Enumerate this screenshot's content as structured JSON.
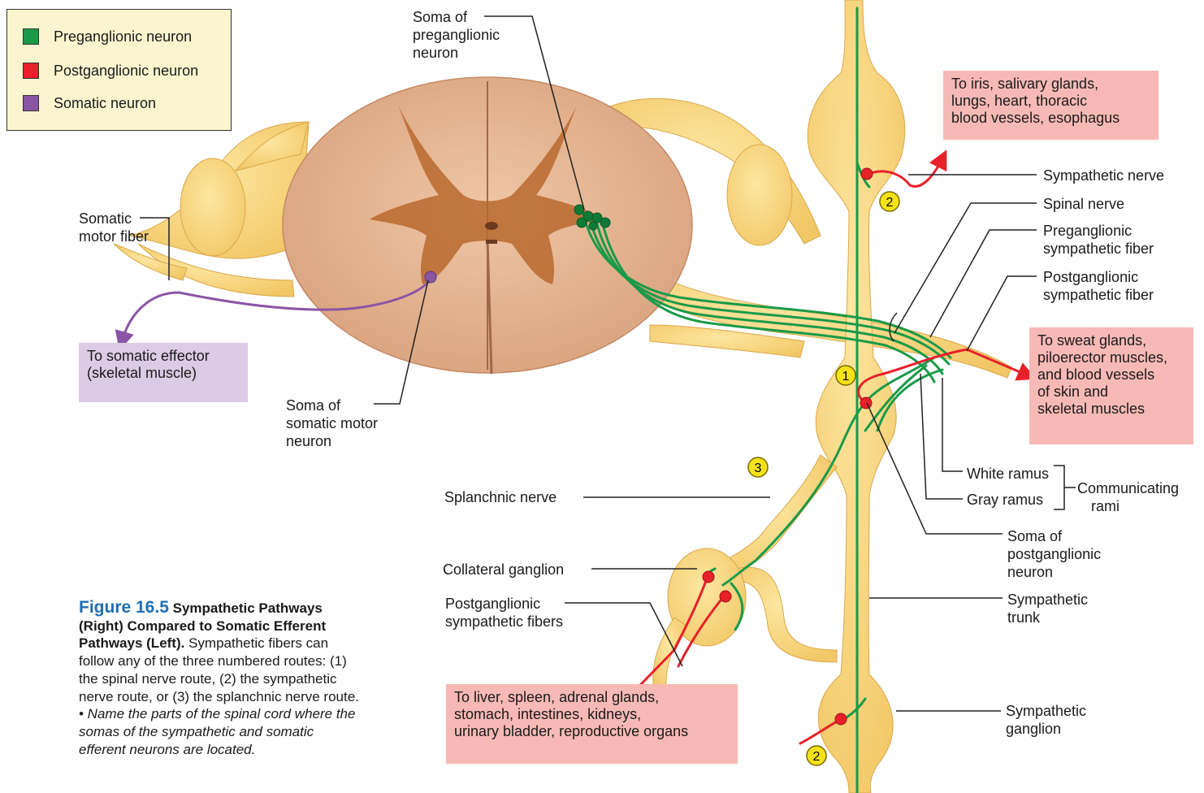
{
  "legend": {
    "items": [
      {
        "label": "Preganglionic neuron",
        "color": "#1a9a48"
      },
      {
        "label": "Postganglionic neuron",
        "color": "#e8202a"
      },
      {
        "label": "Somatic neuron",
        "color": "#8a55a4"
      }
    ]
  },
  "labels": {
    "soma_pre": [
      "Soma of",
      "preganglionic",
      "neuron"
    ],
    "somatic_motor_fiber": [
      "Somatic",
      "motor fiber"
    ],
    "soma_somatic": [
      "Soma of",
      "somatic motor",
      "neuron"
    ],
    "sympathetic_nerve": "Sympathetic nerve",
    "spinal_nerve": "Spinal nerve",
    "pre_symp_fiber": [
      "Preganglionic",
      "sympathetic fiber"
    ],
    "post_symp_fiber": [
      "Postganglionic",
      "sympathetic fiber"
    ],
    "white_ramus": "White ramus",
    "gray_ramus": "Gray ramus",
    "communicating_rami": [
      "Communicating",
      "rami"
    ],
    "soma_post": [
      "Soma of",
      "postganglionic",
      "neuron"
    ],
    "sympathetic_trunk": [
      "Sympathetic",
      "trunk"
    ],
    "sympathetic_ganglion": [
      "Sympathetic",
      "ganglion"
    ],
    "splanchnic_nerve": "Splanchnic nerve",
    "collateral_ganglion": "Collateral ganglion",
    "post_symp_fibers": [
      "Postganglionic",
      "sympathetic fibers"
    ]
  },
  "boxes": {
    "iris": [
      "To iris, salivary glands,",
      "lungs, heart, thoracic",
      "blood vessels, esophagus"
    ],
    "sweat": [
      "To sweat glands,",
      "piloerector muscles,",
      "and blood vessels",
      "of skin and",
      "skeletal muscles"
    ],
    "liver": [
      "To liver, spleen, adrenal glands,",
      "stomach, intestines, kidneys,",
      "urinary bladder, reproductive organs"
    ],
    "somatic_effector": [
      "To somatic effector",
      "(skeletal muscle)"
    ]
  },
  "route_markers": [
    "1",
    "2",
    "2",
    "3"
  ],
  "caption": {
    "title": "Figure 16.5",
    "heading": "Sympathetic Pathways (Right) Compared to Somatic Efferent Pathways (Left).",
    "body": "Sympathetic fibers can follow any of the three numbered routes: (1) the spinal nerve route, (2) the sympathetic nerve route, or (3) the splanchnic nerve route.",
    "question": "• Name the parts of the spinal cord where the somas of the sympathetic and somatic efferent neurons are located."
  }
}
